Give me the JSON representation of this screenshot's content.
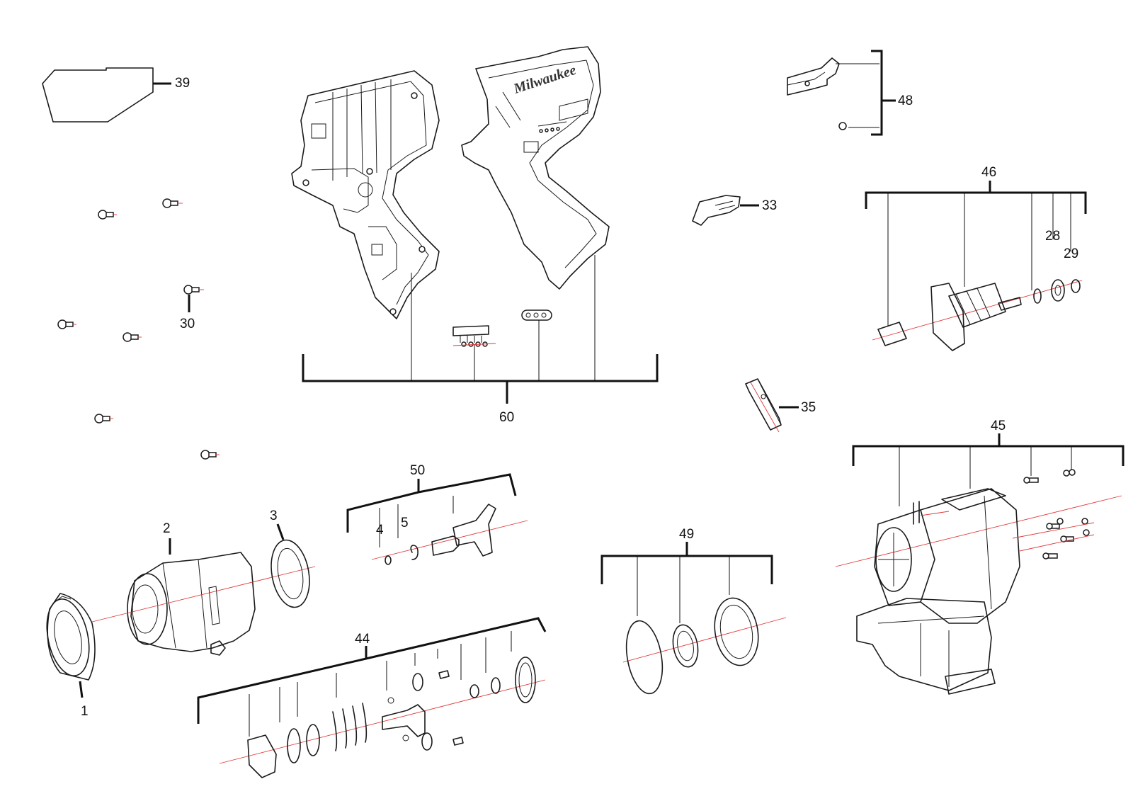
{
  "brand": {
    "logo_text": "Milwaukee"
  },
  "part_numbers": {
    "p1": "1",
    "p2": "2",
    "p3": "3",
    "p4": "4",
    "p5": "5",
    "p28": "28",
    "p29": "29",
    "p30": "30",
    "p33": "33",
    "p35": "35",
    "p39": "39",
    "p44": "44",
    "p45": "45",
    "p46": "46",
    "p48": "48",
    "p49": "49",
    "p50": "50",
    "p60": "60"
  },
  "colors": {
    "line": "#1a1a1a",
    "axis": "#e03a3a",
    "background": "#ffffff"
  }
}
